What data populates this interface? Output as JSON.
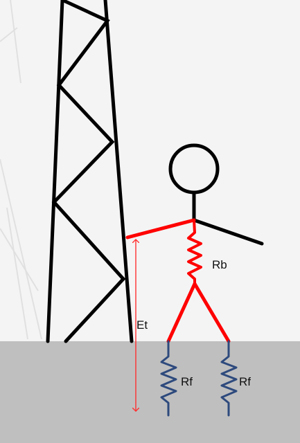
{
  "labels": {
    "body_resistance": "Rb",
    "touch_voltage": "Et",
    "foot_resistance_left": "Rf",
    "foot_resistance_right": "Rf"
  },
  "colors": {
    "background": "#f4f4f4",
    "ground": "#bfbfbf",
    "tower": "#000000",
    "current_path": "#ff0000",
    "foot_resistor": "#2e4a7d",
    "voltage_arrow": "#ff3030",
    "text": "#111111"
  },
  "icons": {
    "tower": "transmission-tower",
    "person": "stick-figure"
  }
}
